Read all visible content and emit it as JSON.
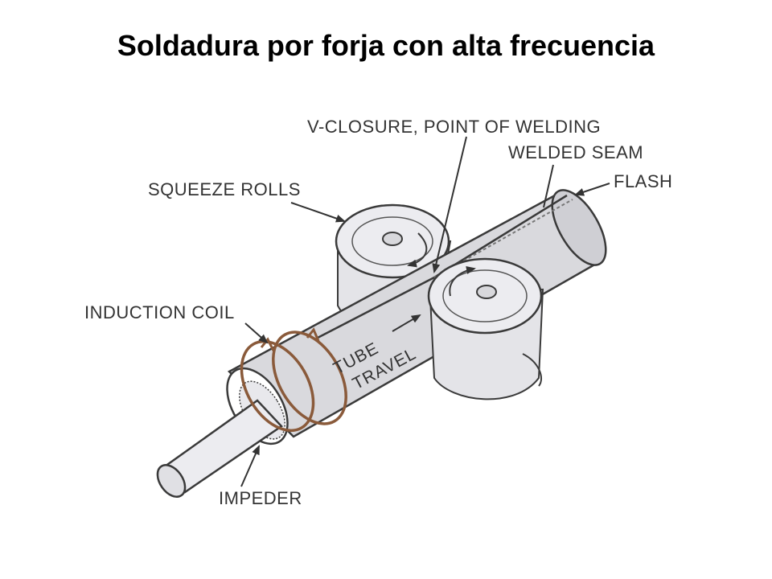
{
  "slide": {
    "title": "Soldadura por forja con alta frecuencia"
  },
  "labels": {
    "v_closure": "V-CLOSURE, POINT OF WELDING",
    "welded_seam": "WELDED SEAM",
    "flash": "FLASH",
    "squeeze_rolls": "SQUEEZE ROLLS",
    "induction_coil": "INDUCTION COIL",
    "impeder": "IMPEDER",
    "tube_travel_line1": "TUBE",
    "tube_travel_line2": "TRAVEL"
  },
  "colors": {
    "tube_fill": "#d9d9dd",
    "roll_fill": "#e4e4e8",
    "outline": "#3a3a3a",
    "coil": "#8a5a3a",
    "label_text": "#333333"
  }
}
